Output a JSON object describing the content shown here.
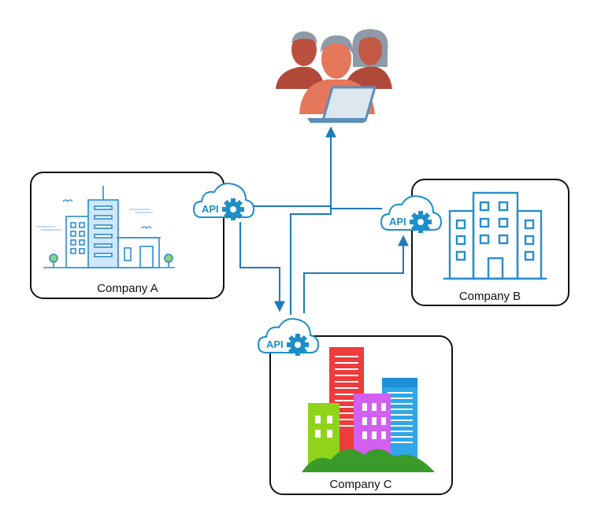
{
  "companies": [
    {
      "id": "a",
      "label": "Company A"
    },
    {
      "id": "b",
      "label": "Company B"
    },
    {
      "id": "c",
      "label": "Company C"
    }
  ],
  "api_badge": {
    "label": "API",
    "icon": "cloud-gear-icon",
    "color": "#1c8fc8"
  },
  "users": {
    "icon": "users-group-laptop-icon"
  },
  "colors": {
    "connector": "#1f7ab8",
    "border": "#111111",
    "building_outline": "#2a8dcc",
    "building_fill": "#cfe7f7",
    "user_skin": "#e5775a",
    "user_hair": "#8f9aa8"
  }
}
